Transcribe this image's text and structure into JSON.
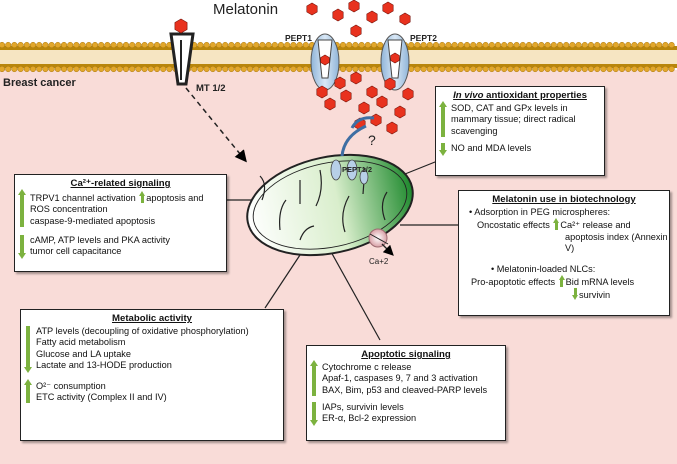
{
  "header": {
    "title": "Melatonin"
  },
  "labels": {
    "breast_cancer": "Breast cancer",
    "mt": "MT 1/2",
    "pept1": "PEPT1",
    "pept2": "PEPT2",
    "pept_mito": "PEPT1/2",
    "question": "?",
    "calcium": "Ca+2"
  },
  "boxes": {
    "invivo": {
      "title_italic": "In vivo",
      "title_rest": " antioxidant properties",
      "up": [
        "SOD, CAT and GPx levels in",
        "mammary tissue; direct radical",
        "scavenging"
      ],
      "down": [
        "NO and MDA levels"
      ]
    },
    "ca_signaling": {
      "title": "Ca²⁺-related signaling",
      "up_line1_a": "TRPV1 channel activation",
      "up_line1_b": "apoptosis and",
      "up_rest": [
        "ROS concentration",
        "caspase-9-mediated apoptosis"
      ],
      "down": [
        "cAMP, ATP levels and PKA activity",
        "tumor cell capacitance"
      ]
    },
    "biotech": {
      "title": "Melatonin use in biotechnology",
      "bullet1": "• Adsorption in PEG microspheres:",
      "oncostatic_a": "Oncostatic effects",
      "oncostatic_b": "Ca²⁺ release and",
      "oncostatic_c": "apoptosis index (Annexin V)",
      "bullet2": "• Melatonin-loaded NLCs:",
      "proapoptotic": "Pro-apoptotic effects",
      "bid": "Bid mRNA levels",
      "survivin": "survivin"
    },
    "metabolic": {
      "title": "Metabolic activity",
      "down": [
        "ATP levels (decoupling of oxidative phosphorylation)",
        "Fatty acid metabolism",
        "Glucose and LA uptake",
        "Lactate and 13-HODE production"
      ],
      "up": [
        "O²⁻ consumption",
        "ETC activity (Complex II and IV)"
      ]
    },
    "apoptotic": {
      "title": "Apoptotic signaling",
      "up": [
        "Cytochrome c release",
        "Apaf-1, caspases 9, 7 and 3 activation",
        "BAX, Bim, p53 and cleaved-PARP levels"
      ],
      "down": [
        "IAPs, survivin levels",
        "ER-α, Bcl-2 expression"
      ]
    }
  }
}
